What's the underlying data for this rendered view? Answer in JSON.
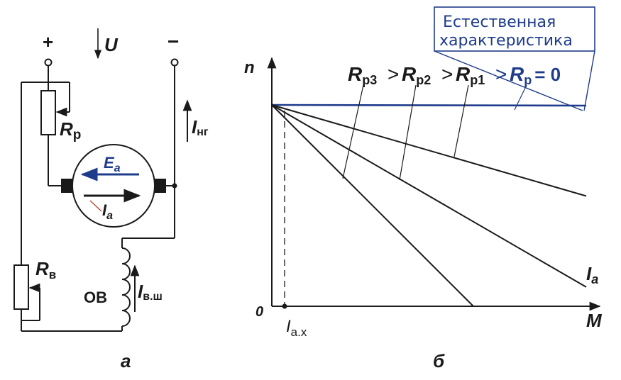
{
  "circuit": {
    "plus_sign": "+",
    "minus_sign": "−",
    "voltage": "U",
    "rp": "R",
    "rp_sub": "р",
    "ea": "E",
    "ea_sub": "a",
    "ia": "I",
    "ia_sub": "a",
    "i_ng": "I",
    "i_ng_sub": "нг",
    "rv": "R",
    "rv_sub": "в",
    "ov": "ОВ",
    "i_vsh": "I",
    "i_vsh_sub": "в.ш",
    "caption": "а"
  },
  "graph": {
    "y_axis": "n",
    "x_axis_1": "I",
    "x_axis_1_sub": "a",
    "x_axis_2": "M",
    "origin": "0",
    "i_ax": "I",
    "i_ax_sub": "a.x",
    "natural_line1": "Естественная",
    "natural_line2": "характеристика",
    "rp3": "R",
    "rp3_sub": "р3",
    "rp2": "R",
    "rp2_sub": "р2",
    "rp1": "R",
    "rp1_sub": "р1",
    "rp0": "R",
    "rp0_sub": "р",
    "rp0_eq": "= 0",
    "gt": ">",
    "caption": "б",
    "lines": [
      {
        "name": "natural",
        "slope": 0.0022
      },
      {
        "name": "rp1",
        "slope": 0.29
      },
      {
        "name": "rp2",
        "slope": 0.58
      },
      {
        "name": "rp3",
        "slope": 1.0
      }
    ]
  },
  "colors": {
    "ink": "#1a1a1a",
    "accent": "#1f3c8c",
    "red_tick": "#c0392b"
  }
}
